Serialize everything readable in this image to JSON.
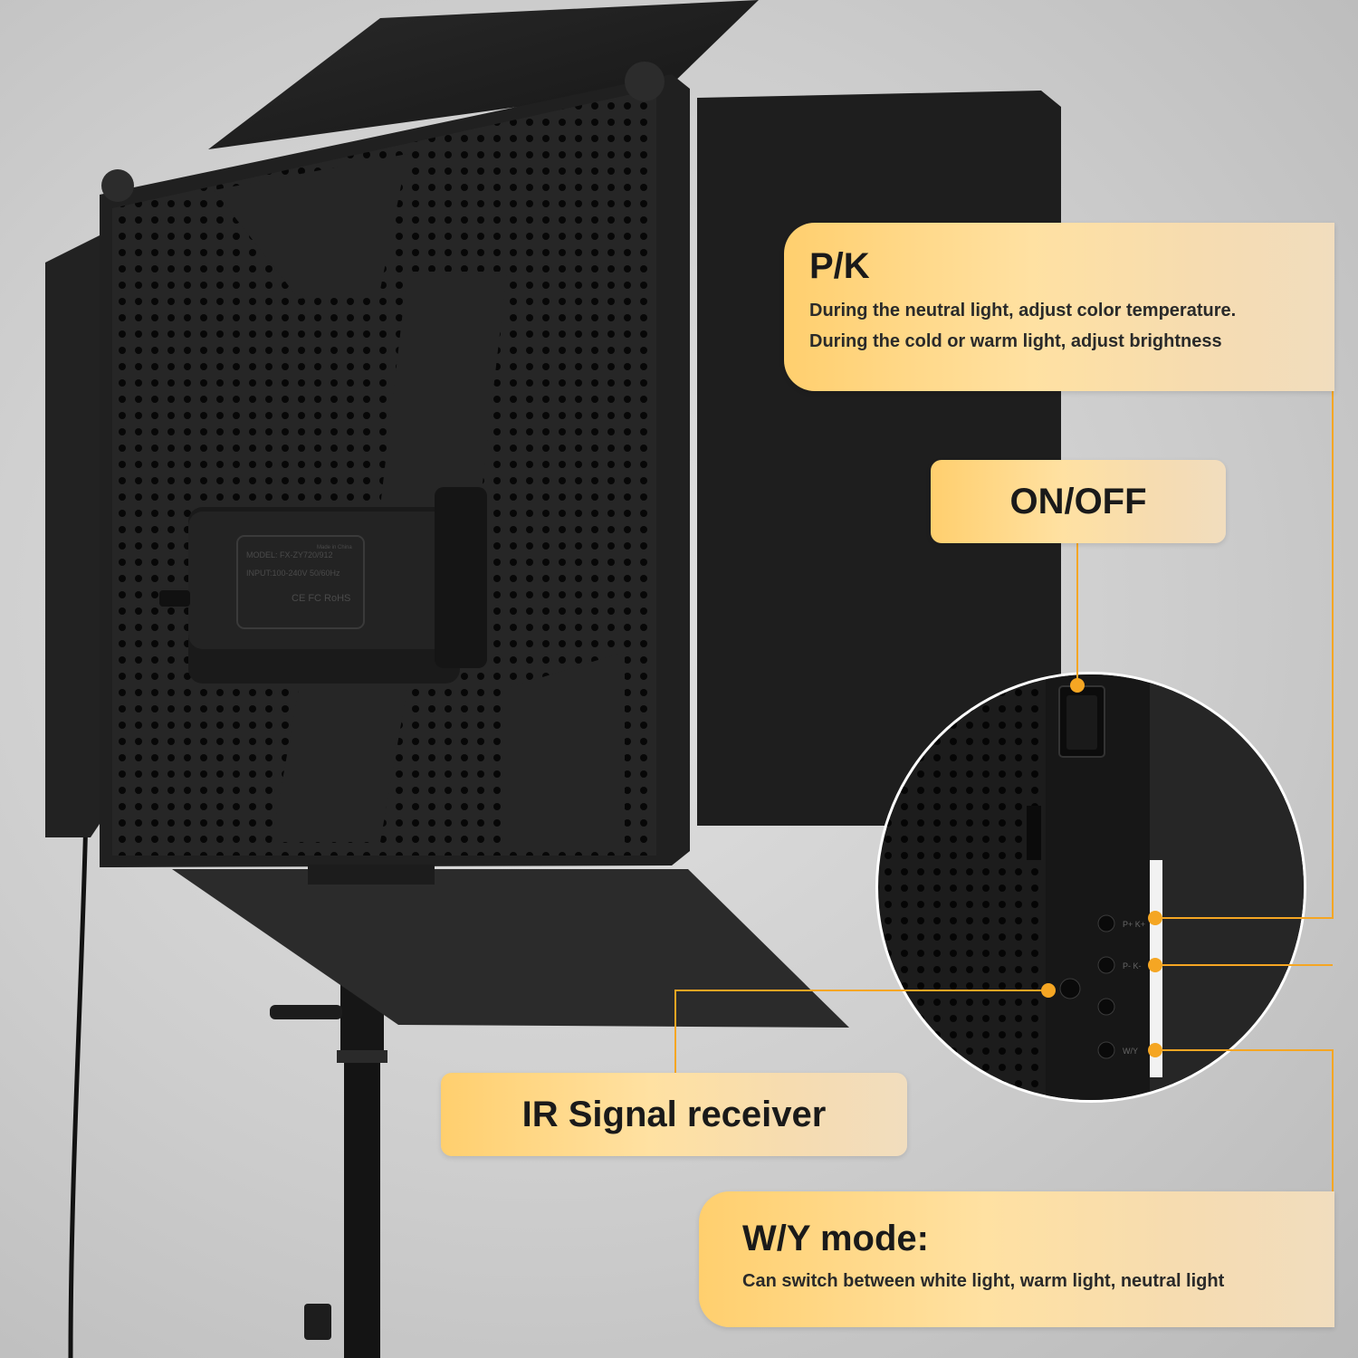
{
  "product_label": {
    "line1": "MODEL: FX-ZY720/912",
    "line2": "INPUT:100-240V 50/60Hz",
    "marks": "CE FC RoHS",
    "made_in": "Made in China"
  },
  "panel_buttons": {
    "p_plus": "P+ K+",
    "p_minus": "P- K-",
    "wy": "W/Y"
  },
  "callouts": {
    "pk": {
      "title": "P/K",
      "line1": "During the neutral light, adjust color temperature.",
      "line2": "During the cold or warm light, adjust brightness"
    },
    "onoff": {
      "title": "ON/OFF"
    },
    "ir": {
      "title": "IR Signal receiver"
    },
    "wy": {
      "title": "W/Y mode:",
      "desc": "Can switch between white light, warm light, neutral light"
    }
  },
  "colors": {
    "accent": "#f5a623",
    "callout_gold": "#ffcf6e",
    "panel_black": "#1b1b1b",
    "background": "#d4d4d4"
  }
}
